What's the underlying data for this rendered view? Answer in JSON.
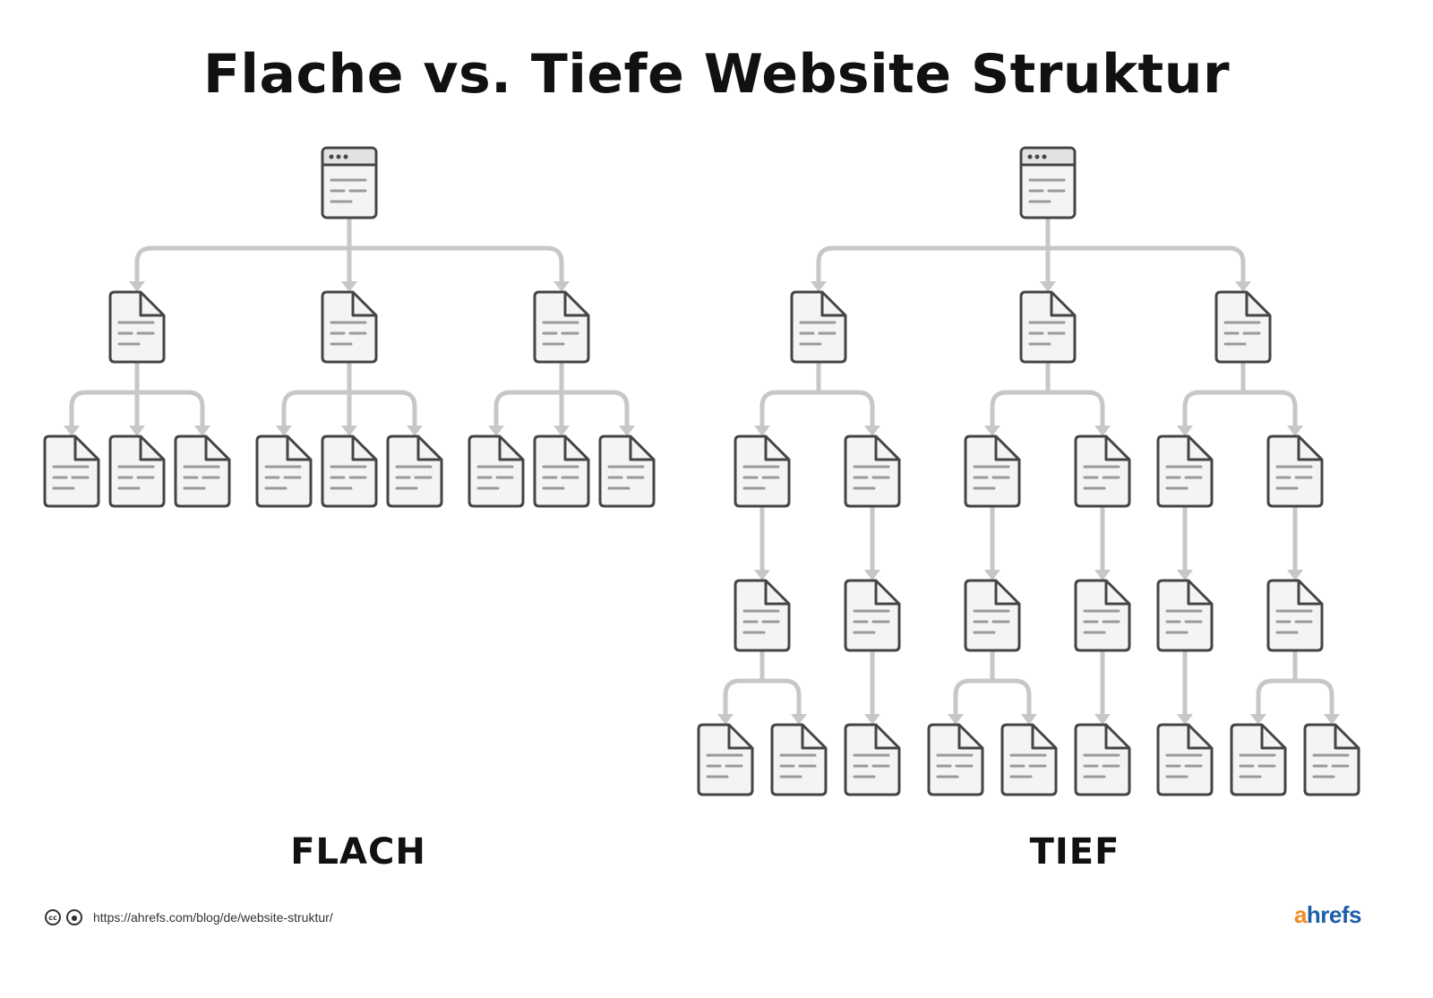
{
  "title": "Flache vs. Tiefe Website Struktur",
  "sections": {
    "flat": {
      "label": "FLACH"
    },
    "deep": {
      "label": "TIEF"
    }
  },
  "footer": {
    "url": "https://ahrefs.com/blog/de/website-struktur/",
    "license_icons": [
      "creative-commons-icon",
      "attribution-icon"
    ]
  },
  "brand": {
    "first": "a",
    "rest": "hrefs"
  },
  "colors": {
    "outline": "#454545",
    "page_fill": "#f4f4f4",
    "text_line": "#9a9a9a",
    "connector": "#c7c7c7",
    "brand_orange": "#f18a21",
    "brand_blue": "#1c5fa9"
  },
  "trees": {
    "flat": {
      "type": "browser",
      "children": [
        {
          "type": "page",
          "children": [
            {
              "type": "page"
            },
            {
              "type": "page"
            },
            {
              "type": "page"
            }
          ]
        },
        {
          "type": "page",
          "children": [
            {
              "type": "page"
            },
            {
              "type": "page"
            },
            {
              "type": "page"
            }
          ]
        },
        {
          "type": "page",
          "children": [
            {
              "type": "page"
            },
            {
              "type": "page"
            },
            {
              "type": "page"
            }
          ]
        }
      ]
    },
    "deep": {
      "type": "browser",
      "children": [
        {
          "type": "page",
          "children": [
            {
              "type": "page",
              "children": [
                {
                  "type": "page",
                  "children": [
                    {
                      "type": "page"
                    },
                    {
                      "type": "page"
                    }
                  ]
                }
              ]
            },
            {
              "type": "page",
              "children": [
                {
                  "type": "page",
                  "children": [
                    {
                      "type": "page"
                    }
                  ]
                }
              ]
            }
          ]
        },
        {
          "type": "page",
          "children": [
            {
              "type": "page",
              "children": [
                {
                  "type": "page",
                  "children": [
                    {
                      "type": "page"
                    },
                    {
                      "type": "page"
                    }
                  ]
                }
              ]
            },
            {
              "type": "page",
              "children": [
                {
                  "type": "page",
                  "children": [
                    {
                      "type": "page"
                    }
                  ]
                }
              ]
            }
          ]
        },
        {
          "type": "page",
          "children": [
            {
              "type": "page",
              "children": [
                {
                  "type": "page",
                  "children": [
                    {
                      "type": "page"
                    }
                  ]
                }
              ]
            },
            {
              "type": "page",
              "children": [
                {
                  "type": "page",
                  "children": [
                    {
                      "type": "page"
                    },
                    {
                      "type": "page"
                    }
                  ]
                }
              ]
            }
          ]
        }
      ]
    }
  }
}
